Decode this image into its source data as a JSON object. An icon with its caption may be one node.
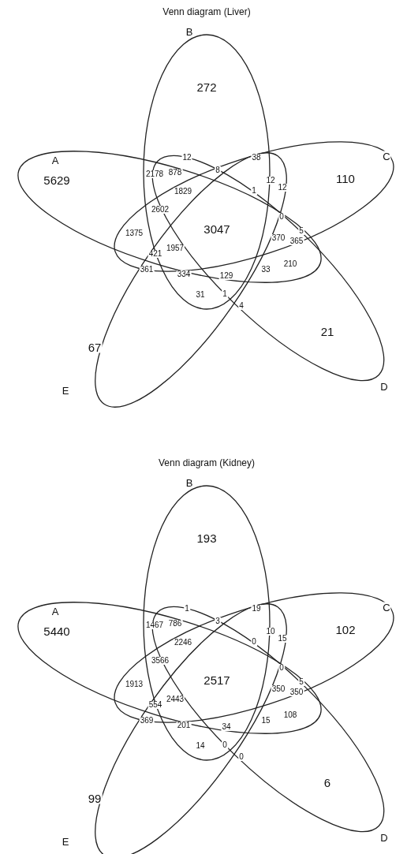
{
  "diagram": {
    "labels": [
      "Venn diagram (Liver)",
      "B",
      "272",
      "A",
      "C",
      "12",
      "38",
      "8",
      "2178",
      "878",
      "5629",
      "110",
      "12",
      "12",
      "1829",
      "1",
      "2602",
      "0",
      "3047",
      "5",
      "1375",
      "370",
      "365",
      "1957",
      "421",
      "361",
      "33",
      "210",
      "334",
      "129",
      "31",
      "1",
      "4",
      "21",
      "67",
      "E",
      "D",
      "Venn diagram (Kidney)",
      "B",
      "193",
      "A",
      "C",
      "1",
      "19",
      "3",
      "1467",
      "786",
      "5440",
      "102",
      "10",
      "15",
      "2246",
      "0",
      "3566",
      "0",
      "2517",
      "5",
      "1913",
      "350",
      "350",
      "2443",
      "554",
      "369",
      "15",
      "108",
      "201",
      "34",
      "14",
      "0",
      "0",
      "6",
      "99",
      "E",
      "D"
    ]
  }
}
